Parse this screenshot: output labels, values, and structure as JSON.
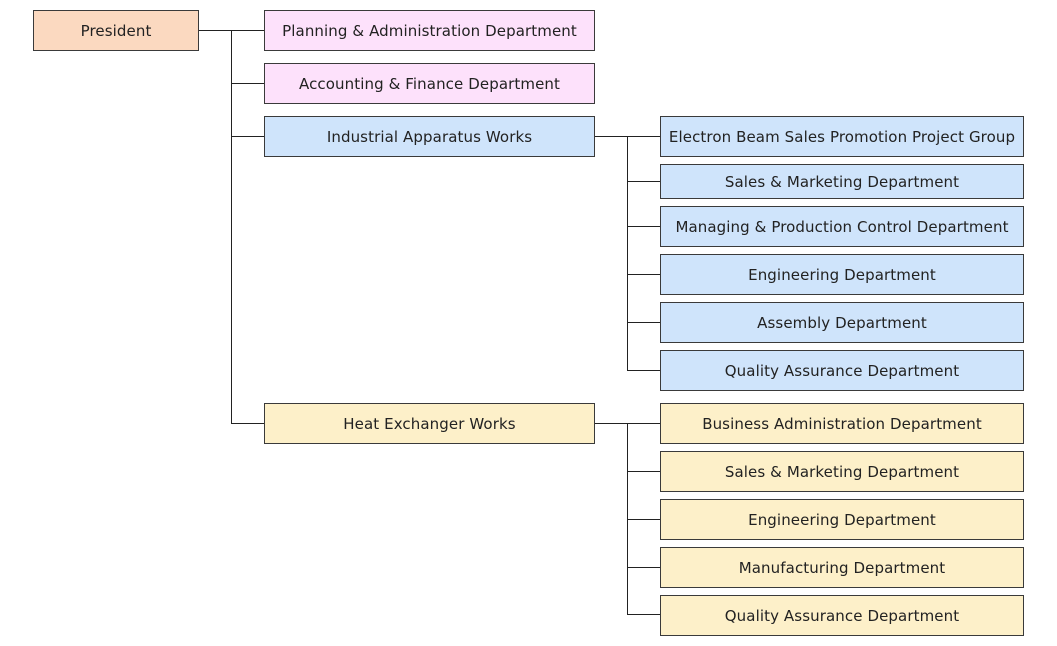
{
  "colors": {
    "president": "#fbd9c0",
    "staff": "#fde1fb",
    "industrial": "#cfe4fb",
    "heat": "#fdf0c9",
    "line": "#222222"
  },
  "org": {
    "president": "President",
    "staff": [
      "Planning & Administration Department",
      "Accounting & Finance Department"
    ],
    "industrial_works": {
      "name": "Industrial Apparatus Works",
      "departments": [
        "Electron Beam Sales Promotion Project Group",
        "Sales & Marketing Department",
        "Managing & Production Control Department",
        "Engineering Department",
        "Assembly Department",
        "Quality Assurance Department"
      ]
    },
    "heat_works": {
      "name": "Heat Exchanger Works",
      "departments": [
        "Business Administration Department",
        "Sales & Marketing Department",
        "Engineering Department",
        "Manufacturing Department",
        "Quality Assurance Department"
      ]
    }
  }
}
